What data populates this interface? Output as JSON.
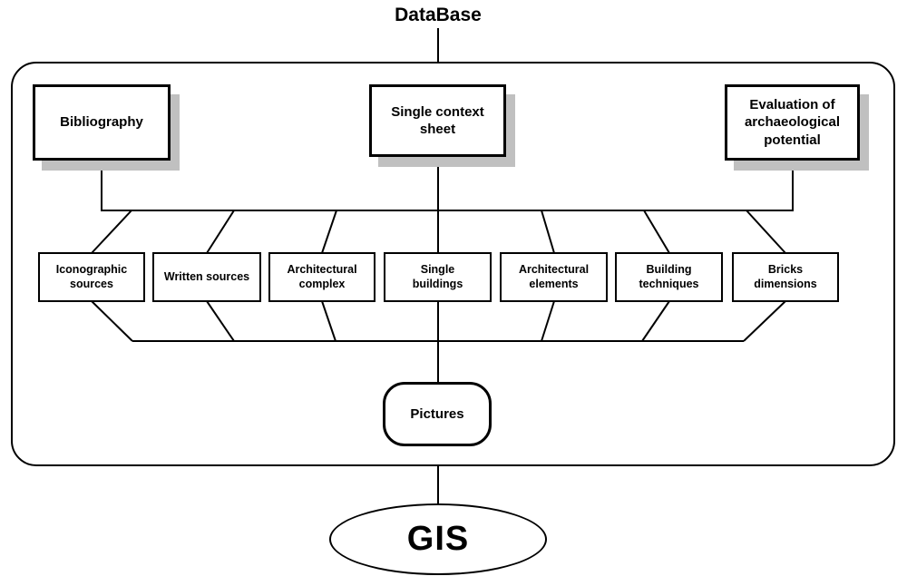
{
  "title": {
    "text": "DataBase"
  },
  "top_boxes": [
    {
      "label": "Bibliography"
    },
    {
      "label": "Single context sheet"
    },
    {
      "label": "Evaluation of archaeological potential"
    }
  ],
  "middle_boxes": [
    {
      "label": "Iconographic sources"
    },
    {
      "label": "Written sources"
    },
    {
      "label": "Architectural complex"
    },
    {
      "label": "Single buildings"
    },
    {
      "label": "Architectural elements"
    },
    {
      "label": "Building techniques"
    },
    {
      "label": "Bricks dimensions"
    }
  ],
  "pictures": {
    "label": "Pictures"
  },
  "gis": {
    "label": "GIS"
  },
  "colors": {
    "stroke": "#000000",
    "shadow": "#c0c0c0",
    "background": "#ffffff",
    "box_fill": "#ffffff"
  }
}
